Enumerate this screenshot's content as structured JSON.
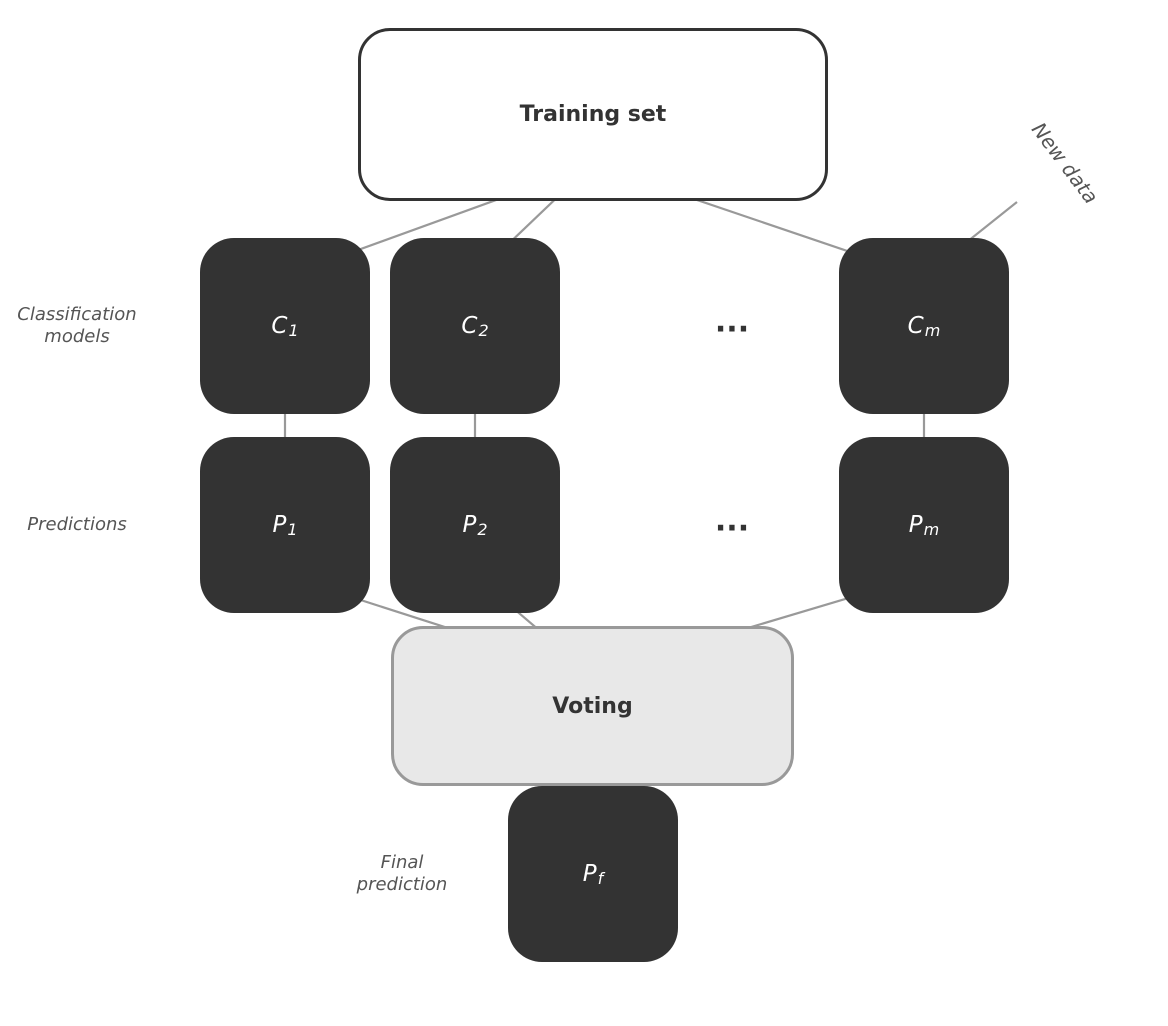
{
  "training": {
    "label": "Training set"
  },
  "new_data": {
    "label": "New data"
  },
  "rows": {
    "classification_label": "Classification\nmodels",
    "predictions_label": "Predictions",
    "final_label": "Final\nprediction"
  },
  "classifiers": [
    {
      "base": "C",
      "sub": "1"
    },
    {
      "base": "C",
      "sub": "2"
    },
    {
      "base": "C",
      "sub": "m"
    }
  ],
  "predictions": [
    {
      "base": "P",
      "sub": "1"
    },
    {
      "base": "P",
      "sub": "2"
    },
    {
      "base": "P",
      "sub": "m"
    }
  ],
  "ellipsis": "...",
  "voting": {
    "label": "Voting"
  },
  "final": {
    "base": "P",
    "sub": "f"
  },
  "colors": {
    "dark": "#333333",
    "arrow": "#999999",
    "voting_fill": "#e8e8e8",
    "label": "#555555"
  }
}
